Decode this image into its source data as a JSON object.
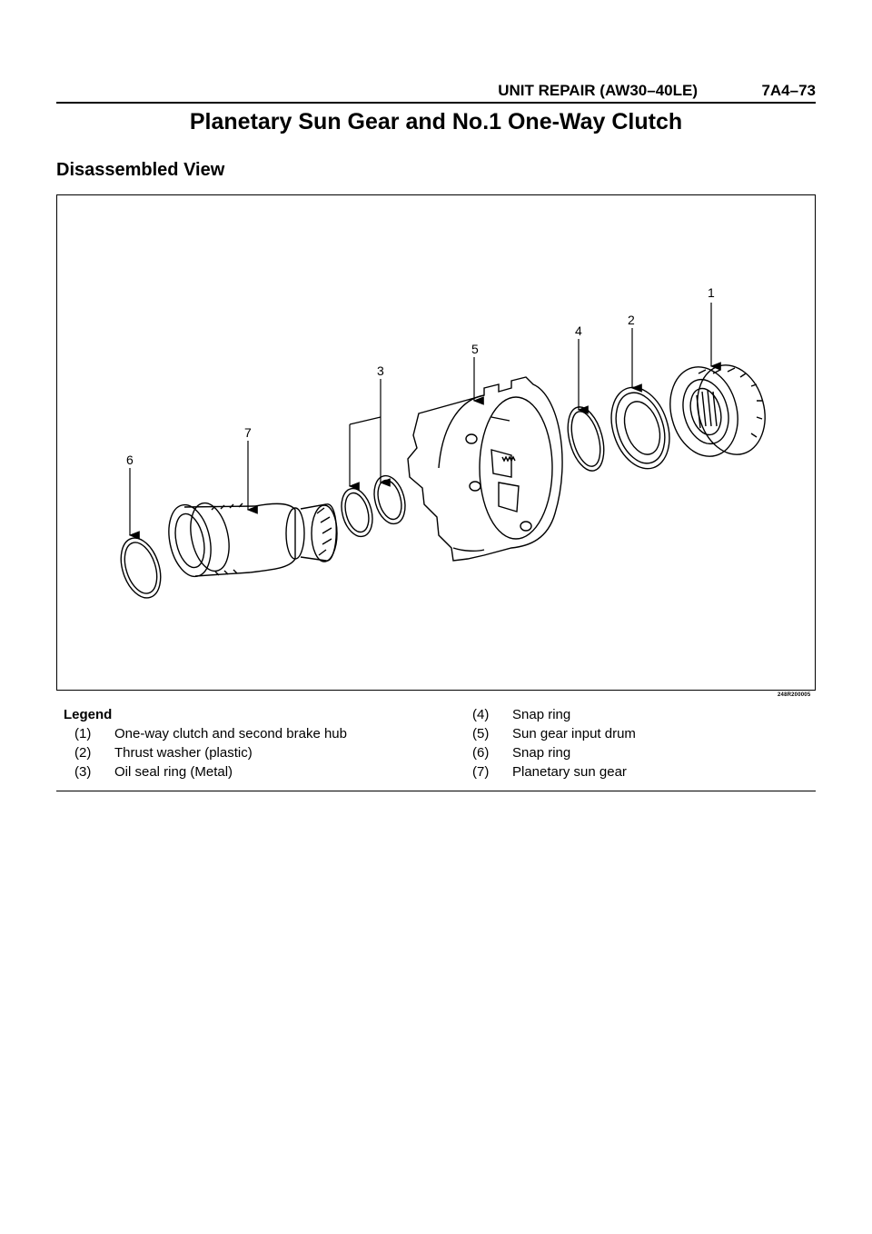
{
  "header": {
    "section": "UNIT REPAIR (AW30–40LE)",
    "page_number": "7A4–73"
  },
  "title": "Planetary Sun Gear and No.1 One-Way Clutch",
  "subtitle": "Disassembled View",
  "figure": {
    "code": "248R200005",
    "callouts": [
      "1",
      "2",
      "3",
      "4",
      "5",
      "6",
      "7"
    ]
  },
  "legend": {
    "heading": "Legend",
    "items": [
      {
        "num": "(1)",
        "text": "One-way clutch and second brake hub"
      },
      {
        "num": "(2)",
        "text": "Thrust washer (plastic)"
      },
      {
        "num": "(3)",
        "text": "Oil seal ring (Metal)"
      },
      {
        "num": "(4)",
        "text": "Snap ring"
      },
      {
        "num": "(5)",
        "text": "Sun gear input drum"
      },
      {
        "num": "(6)",
        "text": "Snap ring"
      },
      {
        "num": "(7)",
        "text": "Planetary sun gear"
      }
    ]
  }
}
